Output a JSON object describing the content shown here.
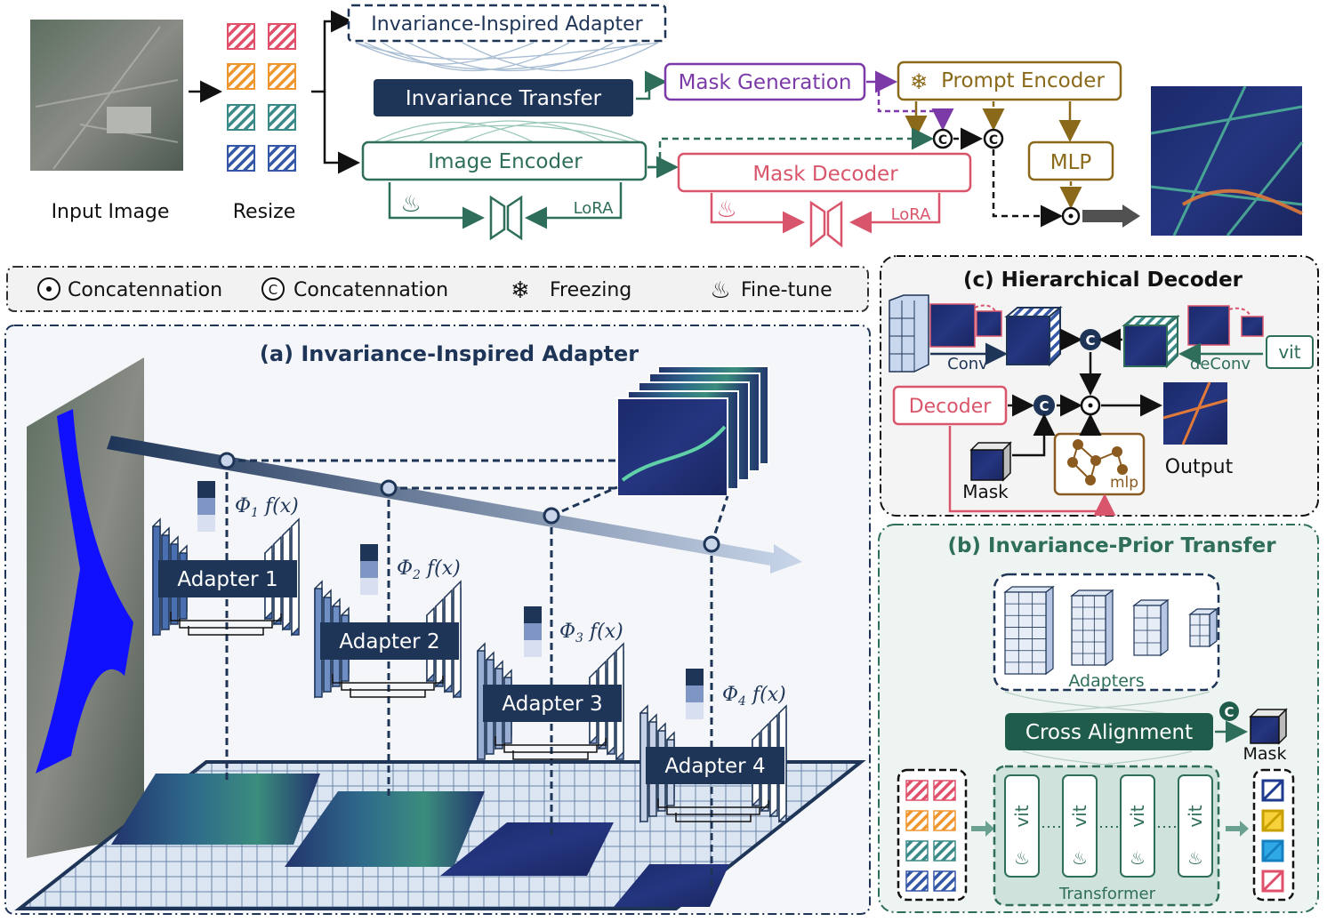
{
  "top": {
    "input_label": "Input Image",
    "resize_label": "Resize",
    "adapter_title": "Invariance-Inspired Adapter",
    "invariance_transfer": "Invariance Transfer",
    "image_encoder": "Image Encoder",
    "mask_generation": "Mask Generation",
    "prompt_encoder": "Prompt Encoder",
    "mask_decoder": "Mask Decoder",
    "mlp": "MLP",
    "lora_1": "LoRA",
    "lora_2": "LoRA"
  },
  "legend": {
    "dot": "Concatennation",
    "circle_c": "Concatennation",
    "freeze": "Freezing",
    "finetune": "Fine-tune"
  },
  "panel_a": {
    "title": "(a)  Invariance-Inspired Adapter",
    "adapters": [
      "Adapter 1",
      "Adapter 2",
      "Adapter 3",
      "Adapter 4"
    ],
    "phi": [
      "1",
      "2",
      "3",
      "4"
    ],
    "phi_suffix": "f(x)"
  },
  "panel_c": {
    "title": "(c) Hierarchical Decoder",
    "conv": "Conv",
    "deconv": "deConv",
    "vit": "vit",
    "decoder": "Decoder",
    "mask": "Mask",
    "mlp": "mlp",
    "output": "Output"
  },
  "panel_b": {
    "title": "(b)  Invariance-Prior Transfer",
    "adapters": "Adapters",
    "cross_alignment": "Cross Alignment",
    "mask": "Mask",
    "vit": "vit",
    "transformer": "Transformer"
  },
  "colors": {
    "navy": "#1e3557",
    "teal": "#2e6e5a",
    "purple": "#7b3aa8",
    "gold": "#8a6a1a",
    "pink": "#d9556b",
    "darkgreen": "#1f5c4c"
  }
}
